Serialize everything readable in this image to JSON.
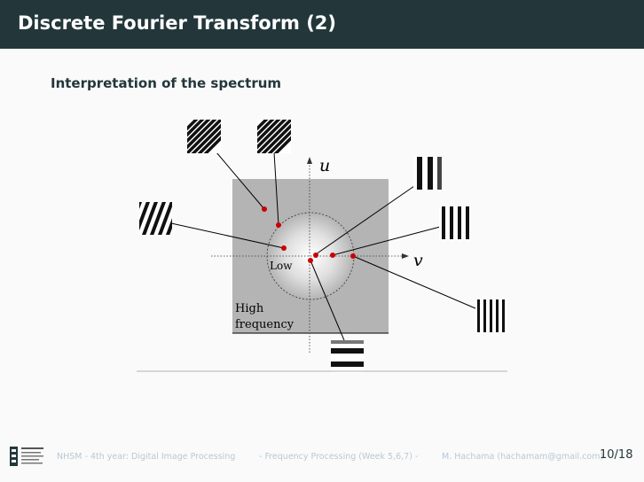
{
  "header": {
    "title": "Discrete Fourier Transform (2)"
  },
  "section": {
    "subtitle": "Interpretation of the spectrum"
  },
  "figure": {
    "axis_u": "u",
    "axis_v": "v",
    "label_low": "Low",
    "label_high_line1": "High",
    "label_high_line2": "frequency",
    "colors": {
      "background_square": "#b4b4b4",
      "red_dot": "#cc0000",
      "line": "#000000"
    }
  },
  "footer": {
    "course": "NHSM - 4th year: Digital Image Processing",
    "week": "- Frequency Processing (Week 5,6,7) -",
    "author": "M. Hachama (hachamam@gmail.com)",
    "page": "10/18"
  }
}
